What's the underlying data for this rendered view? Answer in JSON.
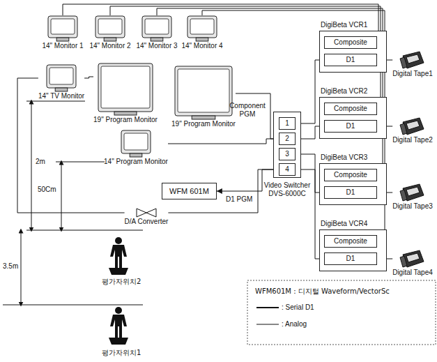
{
  "diagram": {
    "nodes": [
      {
        "text": [
          "14\" Monitor 1"
        ]
      },
      {
        "text": [
          "14\" Monitor 2"
        ]
      },
      {
        "text": [
          "14\" Monitor 3"
        ]
      },
      {
        "text": [
          "14\" Monitor 4"
        ]
      },
      {
        "text": [
          "14\" TV Monitor"
        ]
      },
      {
        "text": [
          "19\" Program Monitor"
        ]
      },
      {
        "text": [
          "19\" Program Monitor"
        ]
      },
      {
        "text": [
          "14\" Program Monitor"
        ]
      },
      {
        "text": [
          "WFM 601M"
        ]
      },
      {
        "text": [
          "Video Switcher DVS-6000C"
        ]
      },
      {
        "text": [
          "1"
        ],
        "in": 9
      },
      {
        "text": [
          "2"
        ],
        "in": 9
      },
      {
        "text": [
          "3"
        ],
        "in": 9
      },
      {
        "text": [
          "4"
        ],
        "in": 9
      },
      {
        "text": [
          "DigiBeta VCR1"
        ]
      },
      {
        "text": [
          "Composite"
        ],
        "in": 14
      },
      {
        "text": [
          "D1"
        ],
        "in": 14
      },
      {
        "text": [
          "DigiBeta VCR2"
        ]
      },
      {
        "text": [
          "Composite"
        ],
        "in": 17
      },
      {
        "text": [
          "D1"
        ],
        "in": 17
      },
      {
        "text": [
          "DigiBeta VCR3"
        ]
      },
      {
        "text": [
          "Composite"
        ],
        "in": 20
      },
      {
        "text": [
          "D1"
        ],
        "in": 20
      },
      {
        "text": [
          "DigiBeta VCR4"
        ]
      },
      {
        "text": [
          "Composite"
        ],
        "in": 23
      },
      {
        "text": [
          "D1"
        ],
        "in": 23
      },
      {
        "text": [
          "Digital Tape1"
        ]
      },
      {
        "text": [
          "Digital Tape2"
        ]
      },
      {
        "text": [
          "Digital Tape3"
        ]
      },
      {
        "text": [
          "Digital Tape4"
        ]
      },
      {
        "text": [
          "D/A Converter"
        ]
      }
    ],
    "edges": [
      {
        "from": 26,
        "to": 16,
        "arrow": "to"
      },
      {
        "from": 27,
        "to": 19,
        "arrow": "to"
      },
      {
        "from": 28,
        "to": 22,
        "arrow": "to"
      },
      {
        "from": 29,
        "to": 25,
        "arrow": "to"
      },
      {
        "from": 15,
        "to": 0,
        "arrow": "none"
      },
      {
        "from": 18,
        "to": 1,
        "arrow": "none"
      },
      {
        "from": 21,
        "to": 2,
        "arrow": "none"
      },
      {
        "from": 24,
        "to": 3,
        "arrow": "none"
      },
      {
        "from": 16,
        "to": 10,
        "arrow": "none"
      },
      {
        "from": 19,
        "to": 11,
        "arrow": "none"
      },
      {
        "from": 22,
        "to": 12,
        "arrow": "none"
      },
      {
        "from": 25,
        "to": 13,
        "arrow": "none"
      },
      {
        "from": 11,
        "to": 6,
        "arrow": "none"
      },
      {
        "from": 11,
        "to": 7,
        "arrow": "none"
      },
      {
        "from": 13,
        "to": 8,
        "arrow": "to"
      },
      {
        "from": 13,
        "to": 30,
        "arrow": "none"
      },
      {
        "from": 30,
        "to": 4,
        "arrow": "none"
      },
      {
        "from": 4,
        "to": 5,
        "arrow": "none"
      }
    ],
    "labels": [
      "Component PGM",
      "D1 PGM",
      "2m",
      "50Cm",
      "3.5m",
      "평가자위치2",
      "평가자위치1",
      "WFM601M : 디지털 Waveform/VectorSc"
    ],
    "legend": [
      {
        "text": ": Serial D1"
      },
      {
        "text": ": Analog"
      }
    ]
  }
}
